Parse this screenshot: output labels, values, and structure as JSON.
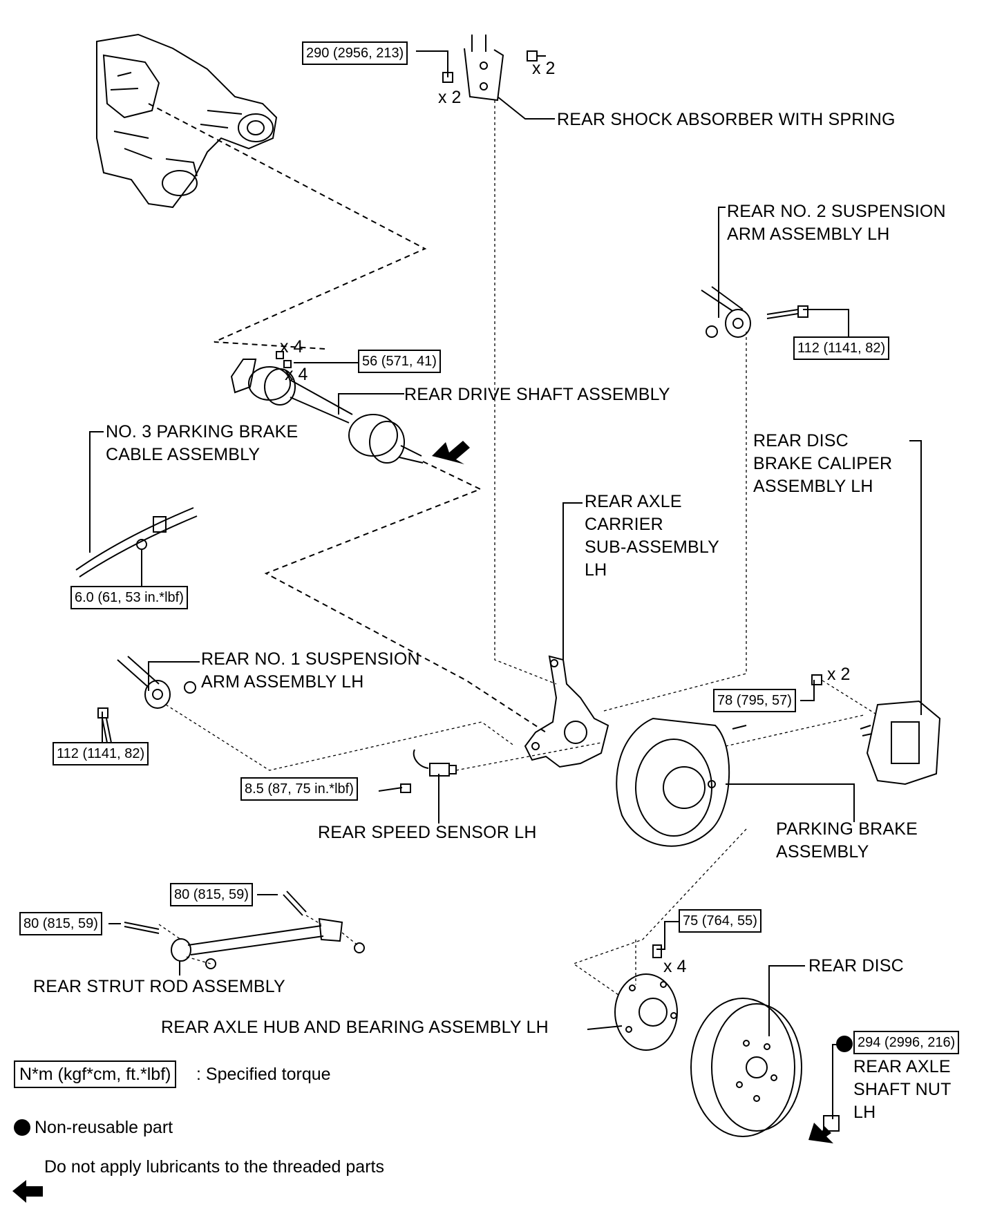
{
  "labels": {
    "shock": "REAR SHOCK ABSORBER WITH SPRING",
    "arm2": "REAR NO. 2 SUSPENSION\nARM ASSEMBLY LH",
    "driveshaft": "REAR DRIVE SHAFT ASSEMBLY",
    "cable": "NO. 3 PARKING BRAKE\nCABLE ASSEMBLY",
    "caliper": "REAR DISC\nBRAKE CALIPER\nASSEMBLY LH",
    "carrier": "REAR AXLE\nCARRIER\nSUB-ASSEMBLY\nLH",
    "arm1": "REAR NO. 1 SUSPENSION\nARM ASSEMBLY LH",
    "speed_sensor": "REAR SPEED SENSOR LH",
    "parking_brake": "PARKING BRAKE\nASSEMBLY",
    "strut_rod": "REAR STRUT ROD ASSEMBLY",
    "rear_disc": "REAR DISC",
    "hub": "REAR AXLE HUB AND BEARING ASSEMBLY LH",
    "nut": "REAR AXLE\nSHAFT NUT\nLH"
  },
  "torques": {
    "shock": "290 (2956, 213)",
    "driveshaft": "56 (571, 41)",
    "arm2": "112 (1141, 82)",
    "cable": "6.0 (61, 53 in.*lbf)",
    "arm1": "112 (1141, 82)",
    "caliper": "78 (795, 57)",
    "speed_sensor": "8.5 (87, 75 in.*lbf)",
    "strut_upper": "80 (815, 59)",
    "strut_left": "80 (815, 59)",
    "hub": "75 (764, 55)",
    "nut": "294 (2996, 216)"
  },
  "multipliers": {
    "shock_nut": "x 2",
    "shock_bolt": "x 2",
    "drive_a": "x 4",
    "drive_b": "x 4",
    "caliper": "x 2",
    "hub": "x 4"
  },
  "legend": {
    "torque_box": "N*m (kgf*cm, ft.*lbf)",
    "torque_text": ": Specified torque",
    "non_reusable": "Non-reusable part",
    "no_lubricant": "Do not apply lubricants to the threaded parts"
  }
}
